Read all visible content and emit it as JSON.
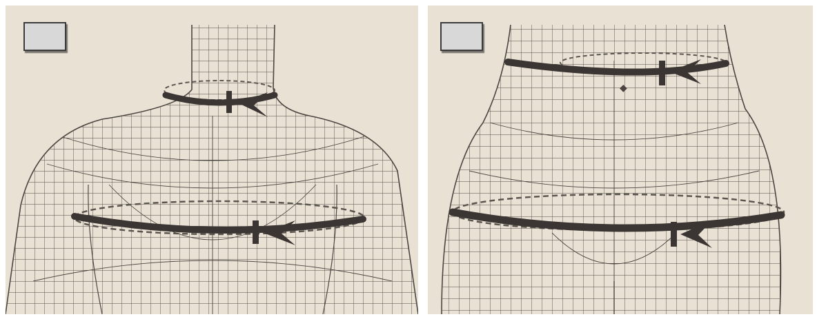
{
  "figure": {
    "panels": [
      {
        "id": "upper-body",
        "rings": [
          {
            "region": "neck",
            "arrow_direction": "left"
          },
          {
            "region": "chest",
            "arrow_direction": "left"
          }
        ],
        "label": ""
      },
      {
        "id": "lower-body",
        "rings": [
          {
            "region": "waist",
            "arrow_direction": "left"
          },
          {
            "region": "hips",
            "arrow_direction": "left"
          }
        ],
        "label": ""
      }
    ],
    "colors": {
      "paper": "#e9e2d4",
      "mesh": "#4a4540",
      "ring": "#3b3633",
      "label_box_fill": "#d8d8d8"
    }
  }
}
